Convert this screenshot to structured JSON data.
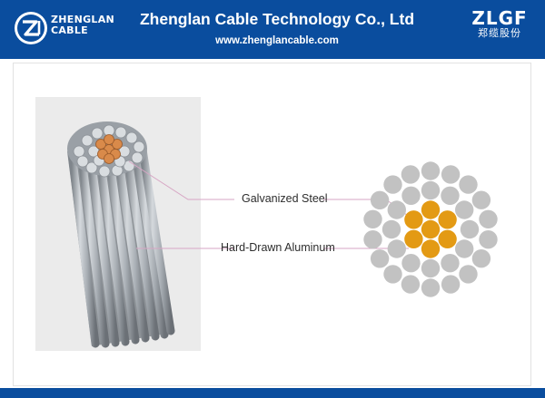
{
  "header": {
    "brand_line1": "ZHENGLAN",
    "brand_line2": "CABLE",
    "title": "Zhenglan Cable Technology Co., Ltd",
    "url": "www.zhenglancable.com",
    "right_logo_text": "ZLGF",
    "right_logo_cn": "郑缆股份",
    "accent_color": "#0a4d9e"
  },
  "labels": {
    "galvanized_steel": "Galvanized Steel",
    "hard_drawn_aluminum": "Hard-Drawn Aluminum"
  },
  "cross_section": {
    "steel_color": "#e39a14",
    "aluminum_color": "#c2c2c2",
    "layers": [
      {
        "material": "steel",
        "count": 1
      },
      {
        "material": "steel",
        "count": 6
      },
      {
        "material": "aluminum",
        "count": 12
      },
      {
        "material": "aluminum",
        "count": 18
      }
    ]
  },
  "colors": {
    "leader_line": "#d7a6c4"
  }
}
